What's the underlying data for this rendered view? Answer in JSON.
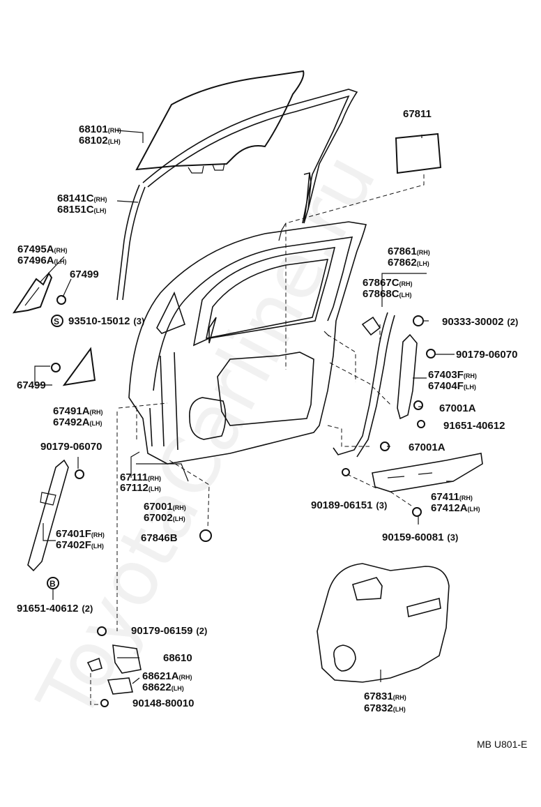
{
  "diagram_id": "MB U801-E",
  "watermark": "ToyotaCarline.ru",
  "labels": [
    {
      "id": "l1",
      "num": "68101",
      "sfx": "(RH)",
      "qty": ""
    },
    {
      "id": "l2",
      "num": "68102",
      "sfx": "(LH)",
      "qty": ""
    },
    {
      "id": "l3",
      "num": "67811",
      "sfx": "",
      "qty": ""
    },
    {
      "id": "l4",
      "num": "68141C",
      "sfx": "(RH)",
      "qty": ""
    },
    {
      "id": "l5",
      "num": "68151C",
      "sfx": "(LH)",
      "qty": ""
    },
    {
      "id": "l6",
      "num": "67495A",
      "sfx": "(RH)",
      "qty": ""
    },
    {
      "id": "l7",
      "num": "67496A",
      "sfx": "(LH)",
      "qty": ""
    },
    {
      "id": "l8",
      "num": "67499",
      "sfx": "",
      "qty": ""
    },
    {
      "id": "l9",
      "num": "93510-15012",
      "sfx": "",
      "qty": "(3)"
    },
    {
      "id": "l10",
      "num": "67861",
      "sfx": "(RH)",
      "qty": ""
    },
    {
      "id": "l11",
      "num": "67862",
      "sfx": "(LH)",
      "qty": ""
    },
    {
      "id": "l12",
      "num": "67867C",
      "sfx": "(RH)",
      "qty": ""
    },
    {
      "id": "l13",
      "num": "67868C",
      "sfx": "(LH)",
      "qty": ""
    },
    {
      "id": "l14",
      "num": "90333-30002",
      "sfx": "",
      "qty": "(2)"
    },
    {
      "id": "l15",
      "num": "90179-06070",
      "sfx": "",
      "qty": ""
    },
    {
      "id": "l16",
      "num": "67403F",
      "sfx": "(RH)",
      "qty": ""
    },
    {
      "id": "l17",
      "num": "67404F",
      "sfx": "(LH)",
      "qty": ""
    },
    {
      "id": "l18",
      "num": "67001A",
      "sfx": "",
      "qty": ""
    },
    {
      "id": "l19",
      "num": "91651-40612",
      "sfx": "",
      "qty": ""
    },
    {
      "id": "l20",
      "num": "67001A",
      "sfx": "",
      "qty": ""
    },
    {
      "id": "l21",
      "num": "67499",
      "sfx": "",
      "qty": ""
    },
    {
      "id": "l22",
      "num": "67491A",
      "sfx": "(RH)",
      "qty": ""
    },
    {
      "id": "l23",
      "num": "67492A",
      "sfx": "(LH)",
      "qty": ""
    },
    {
      "id": "l24",
      "num": "90179-06070",
      "sfx": "",
      "qty": ""
    },
    {
      "id": "l25",
      "num": "67111",
      "sfx": "(RH)",
      "qty": ""
    },
    {
      "id": "l26",
      "num": "67112",
      "sfx": "(LH)",
      "qty": ""
    },
    {
      "id": "l27",
      "num": "67001",
      "sfx": "(RH)",
      "qty": ""
    },
    {
      "id": "l28",
      "num": "67002",
      "sfx": "(LH)",
      "qty": ""
    },
    {
      "id": "l29",
      "num": "67846B",
      "sfx": "",
      "qty": ""
    },
    {
      "id": "l30",
      "num": "90189-06151",
      "sfx": "",
      "qty": "(3)"
    },
    {
      "id": "l31",
      "num": "67411",
      "sfx": "(RH)",
      "qty": ""
    },
    {
      "id": "l32",
      "num": "67412A",
      "sfx": "(LH)",
      "qty": ""
    },
    {
      "id": "l33",
      "num": "90159-60081",
      "sfx": "",
      "qty": "(3)"
    },
    {
      "id": "l34",
      "num": "67401F",
      "sfx": "(RH)",
      "qty": ""
    },
    {
      "id": "l35",
      "num": "67402F",
      "sfx": "(LH)",
      "qty": ""
    },
    {
      "id": "l36",
      "num": "91651-40612",
      "sfx": "",
      "qty": "(2)"
    },
    {
      "id": "l37",
      "num": "90179-06159",
      "sfx": "",
      "qty": "(2)"
    },
    {
      "id": "l38",
      "num": "68610",
      "sfx": "",
      "qty": ""
    },
    {
      "id": "l39",
      "num": "68621A",
      "sfx": "(RH)",
      "qty": ""
    },
    {
      "id": "l40",
      "num": "68622",
      "sfx": "(LH)",
      "qty": ""
    },
    {
      "id": "l41",
      "num": "90148-80010",
      "sfx": "",
      "qty": ""
    },
    {
      "id": "l42",
      "num": "67831",
      "sfx": "(RH)",
      "qty": ""
    },
    {
      "id": "l43",
      "num": "67832",
      "sfx": "(LH)",
      "qty": ""
    }
  ],
  "markers": {
    "s": "S",
    "b": "B"
  }
}
